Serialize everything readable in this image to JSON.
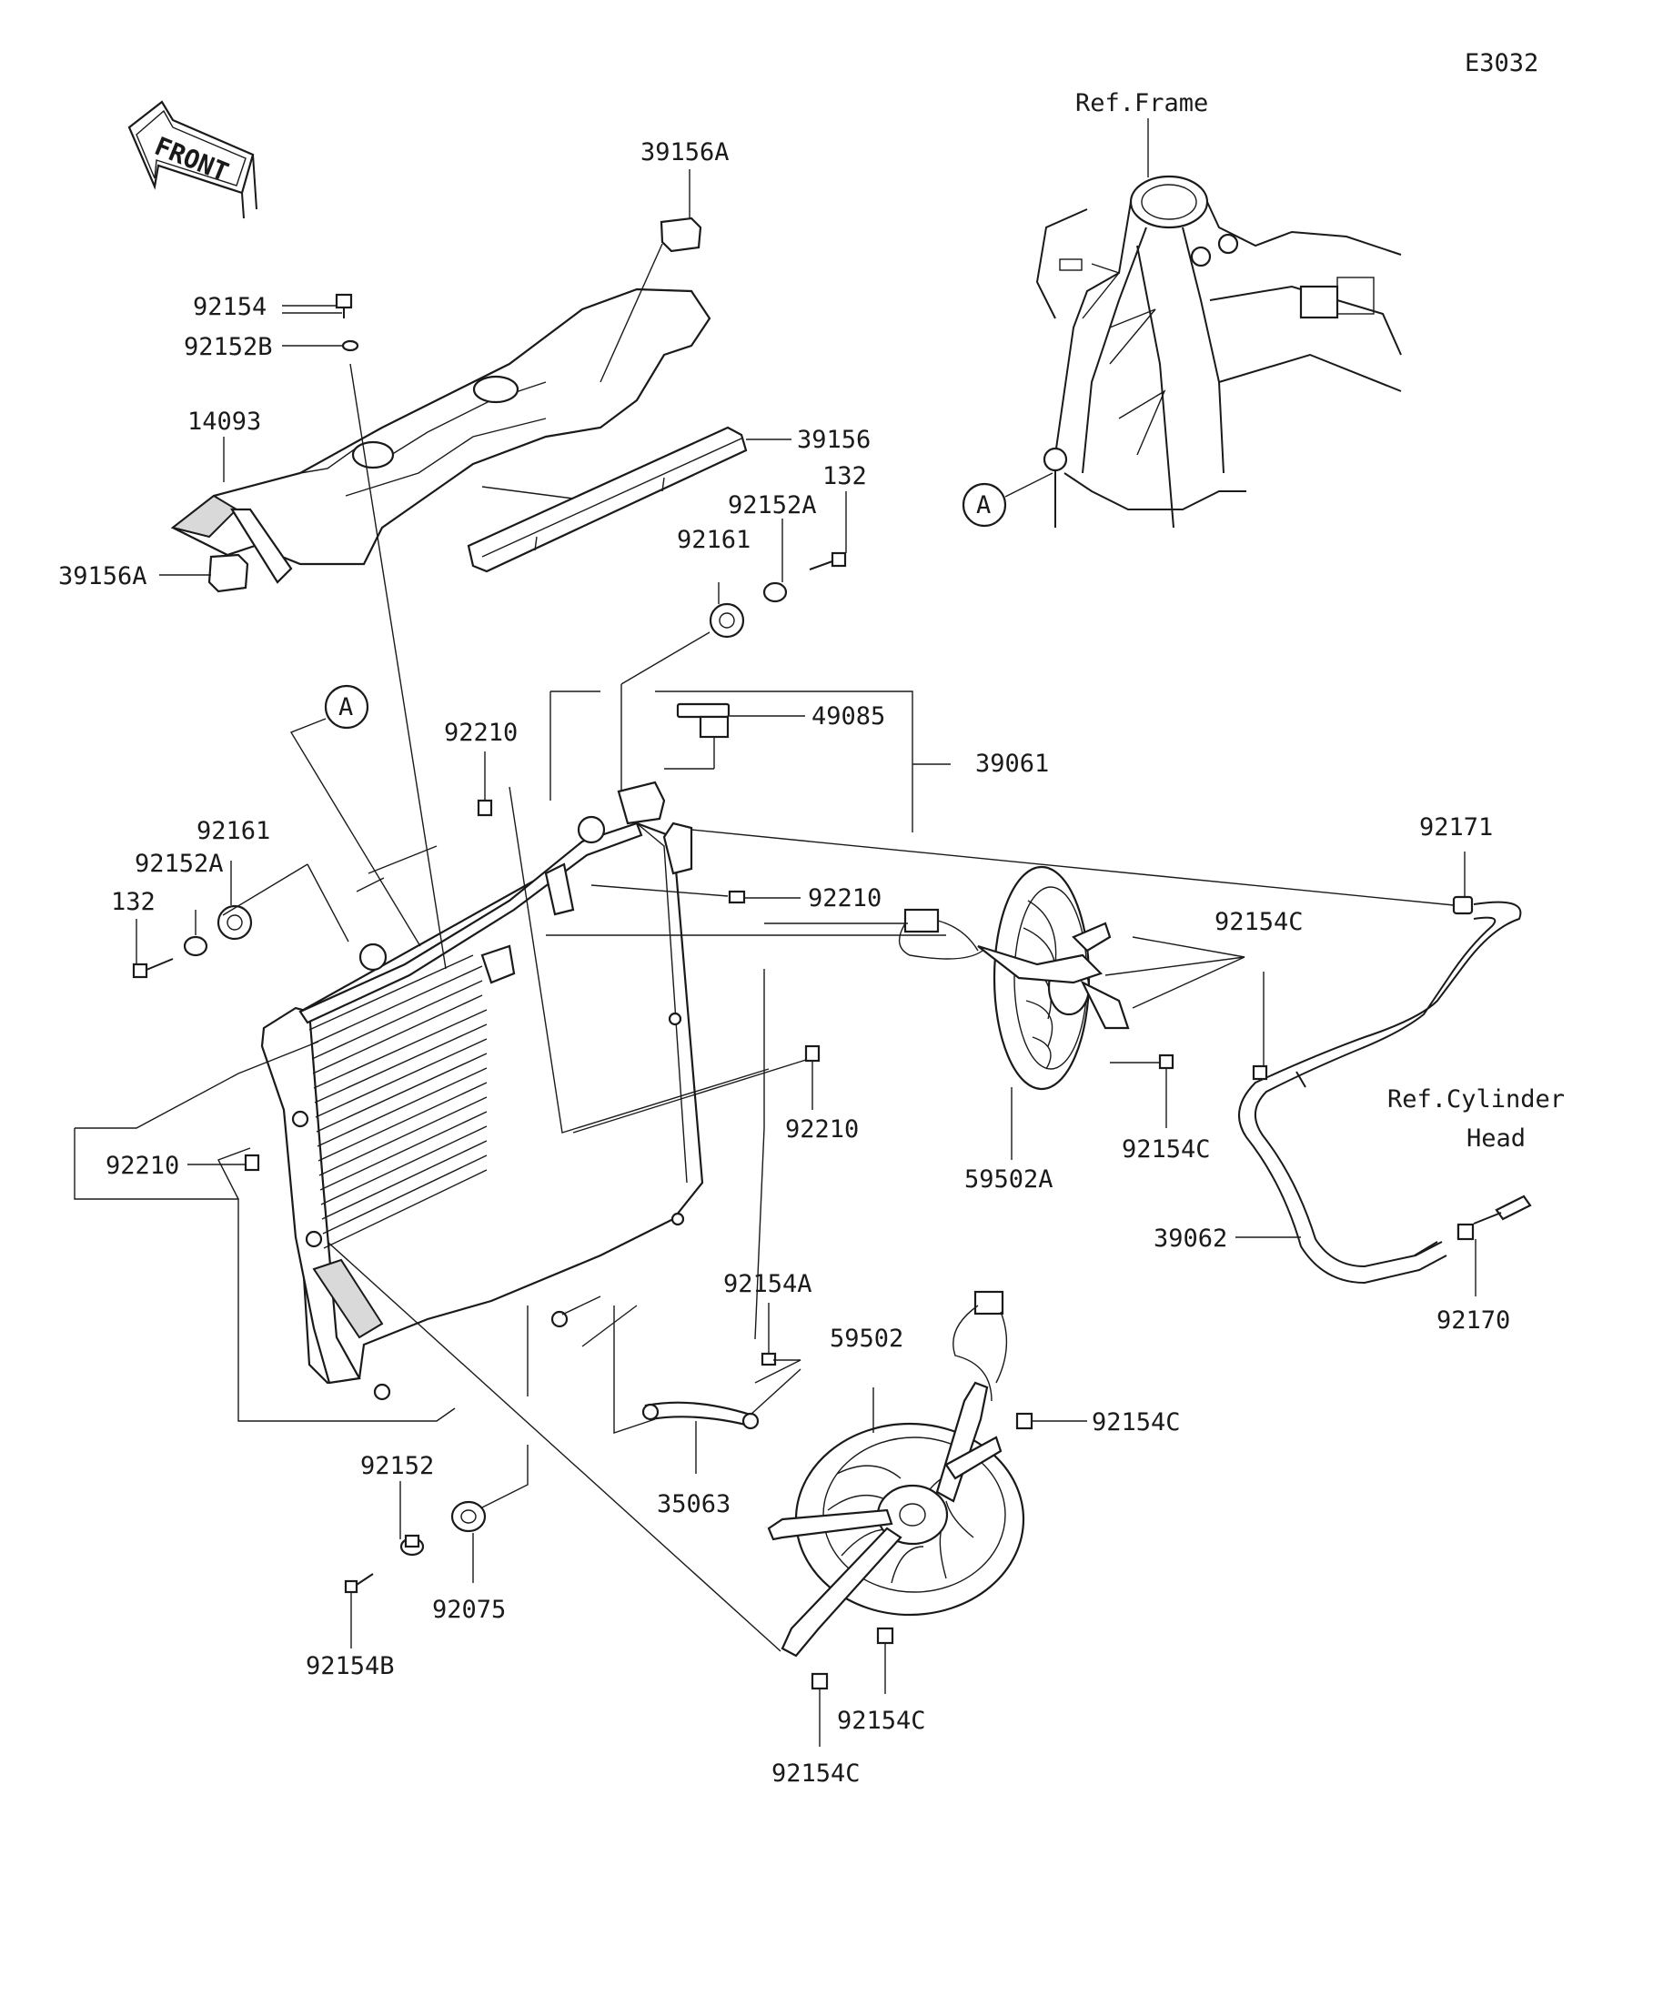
{
  "diagram_code": "E3032",
  "front_label": "FRONT",
  "ref_frame": "Ref.Frame",
  "ref_cylinder_head_line1": "Ref.Cylinder",
  "ref_cylinder_head_line2": "Head",
  "circle_marker": "A",
  "parts": {
    "p39156A_top": "39156A",
    "p92154": "92154",
    "p92152B": "92152B",
    "p14093": "14093",
    "p39156": "39156",
    "p39156A_left": "39156A",
    "p132_top": "132",
    "p92152A_top": "92152A",
    "p92161_top": "92161",
    "p49085": "49085",
    "p39061": "39061",
    "p92210_top": "92210",
    "p92161_left": "92161",
    "p92152A_left": "92152A",
    "p132_left": "132",
    "p92210_mid": "92210",
    "p92171": "92171",
    "p92154C_right": "92154C",
    "p92210_center": "92210",
    "p92210_left": "92210",
    "p59502A": "59502A",
    "p92154C_fan1": "92154C",
    "p39062": "39062",
    "p92170": "92170",
    "p92154A": "92154A",
    "p59502": "59502",
    "p92154C_fan2": "92154C",
    "p35063": "35063",
    "p92152": "92152",
    "p92075": "92075",
    "p92154B": "92154B",
    "p92154C_bottom1": "92154C",
    "p92154C_bottom2": "92154C"
  }
}
